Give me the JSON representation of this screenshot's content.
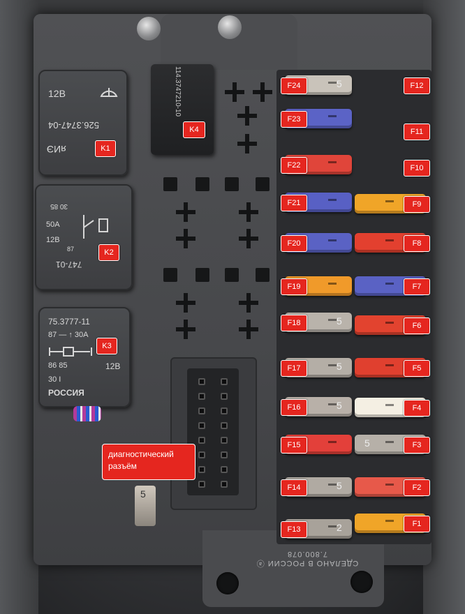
{
  "relays": {
    "k1": {
      "label": "K1",
      "voltage": "12В",
      "part": "526.3747-04",
      "maker": "ᴙИЭ"
    },
    "k2": {
      "label": "K2",
      "pins_top": "30   85",
      "rating": "50A",
      "voltage": "12В",
      "pin87": "87",
      "part": "747-01"
    },
    "k3": {
      "label": "K3",
      "part": "75.3777-11",
      "pins_row1": "87  —  ↑ 30A",
      "pins_row2": "86   85",
      "voltage": "12В",
      "pin30": "30 I",
      "country": "РОССИЯ"
    },
    "k4": {
      "label": "K4",
      "part": "114.3747210-10"
    }
  },
  "fuses": [
    {
      "tag": "F24",
      "value": "5",
      "color": "#c9c3ba"
    },
    {
      "tag": "F23",
      "value": "",
      "color": "#5b63c6"
    },
    {
      "tag": "F22",
      "value": "",
      "color": "#e0453a"
    },
    {
      "tag": "F21",
      "value": "",
      "color": "#5860c4"
    },
    {
      "tag": "F20",
      "value": "",
      "color": "#5a62c4"
    },
    {
      "tag": "F19",
      "value": "",
      "color": "#f09a2a"
    },
    {
      "tag": "F18",
      "value": "5",
      "color": "#b9b3ab"
    },
    {
      "tag": "F17",
      "value": "5",
      "color": "#b4aea6"
    },
    {
      "tag": "F16",
      "value": "5",
      "color": "#b8b0a8"
    },
    {
      "tag": "F15",
      "value": "",
      "color": "#e3403a"
    },
    {
      "tag": "F14",
      "value": "5",
      "color": "#b0aaa2"
    },
    {
      "tag": "F13",
      "value": "2",
      "color": "#a8a29a"
    },
    {
      "tag": "F12",
      "value": "",
      "color": ""
    },
    {
      "tag": "F11",
      "value": "",
      "color": ""
    },
    {
      "tag": "F10",
      "value": "",
      "color": ""
    },
    {
      "tag": "F9",
      "value": "",
      "color": "#f0a528"
    },
    {
      "tag": "F8",
      "value": "",
      "color": "#e3402f"
    },
    {
      "tag": "F7",
      "value": "",
      "color": "#5a62c4"
    },
    {
      "tag": "F6",
      "value": "",
      "color": "#e2432f"
    },
    {
      "tag": "F5",
      "value": "",
      "color": "#e0402f"
    },
    {
      "tag": "F4",
      "value": "",
      "color": "#f4efe3"
    },
    {
      "tag": "F3",
      "value": "5",
      "color": "#b6b0a8"
    },
    {
      "tag": "F2",
      "value": "",
      "color": "#e7594a"
    },
    {
      "tag": "F1",
      "value": "",
      "color": "#f0a528"
    }
  ],
  "diagnostic": {
    "label": "диагностический разъём"
  },
  "small_fuse": "5",
  "bottom_marking": "СДЕЛАНО В РОССИИ  ⓐ  7.800.078"
}
